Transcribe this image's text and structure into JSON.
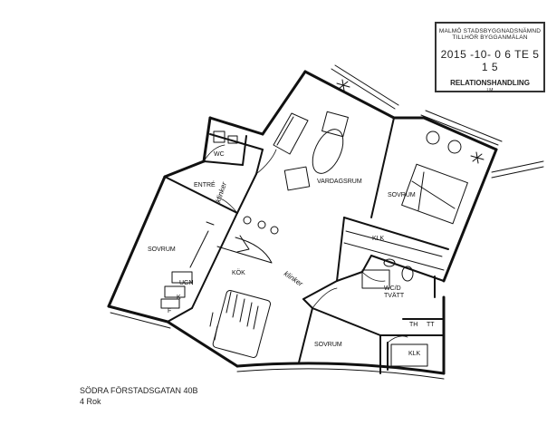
{
  "stamp": {
    "line1": "MALMÖ STADSBYGGNADSNÄMND",
    "line2": "TILLHÖR BYGGANMÄLAN",
    "line3": "2015 -10- 0 6 TE 5 1 5",
    "line4": "RELATIONSHANDLING",
    "line5": "LM"
  },
  "rooms": {
    "wc": "WC",
    "entre": "ENTRÉ",
    "vardagsrum": "VARDAGSRUM",
    "sovrum_right": "SOVRUM",
    "sovrum_left": "SOVRUM",
    "sovrum_bottom": "SOVRUM",
    "kok": "KÖK",
    "klk_upper": "KLK",
    "klk_lower": "KLK",
    "wcd_tvatt_1": "WC/D",
    "wcd_tvatt_2": "TVÄTT",
    "ugn": "UGN",
    "k": "K",
    "f": "F",
    "th": "TH",
    "tt": "TT"
  },
  "floor_labels": {
    "klinker_entre": "klinker",
    "klinker_kok": "klinker"
  },
  "caption": {
    "address": "SÖDRA FÖRSTADSGATAN 40B",
    "size": "4 Rok"
  }
}
